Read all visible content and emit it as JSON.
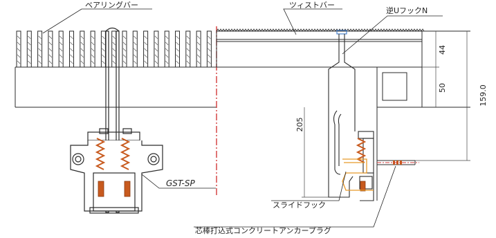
{
  "labels": {
    "bearing_bar": "ベアリングバー",
    "twist_bar": "ツィストバー",
    "reverse_u_hook": "逆UフックN",
    "model": "GST-SP",
    "slide_hook": "スライドフック",
    "anchor_plug": "芯棒打込式コンクリートアンカープラグ"
  },
  "dimensions": {
    "d_44": "44",
    "d_50": "50",
    "d_159": "159.0",
    "d_205": "205"
  },
  "colors": {
    "line": "#2a2a2a",
    "spring": "#c85a1e",
    "centerline": "#d23a3a",
    "slide_hook": "#e89a2a",
    "leader": "#222222"
  }
}
